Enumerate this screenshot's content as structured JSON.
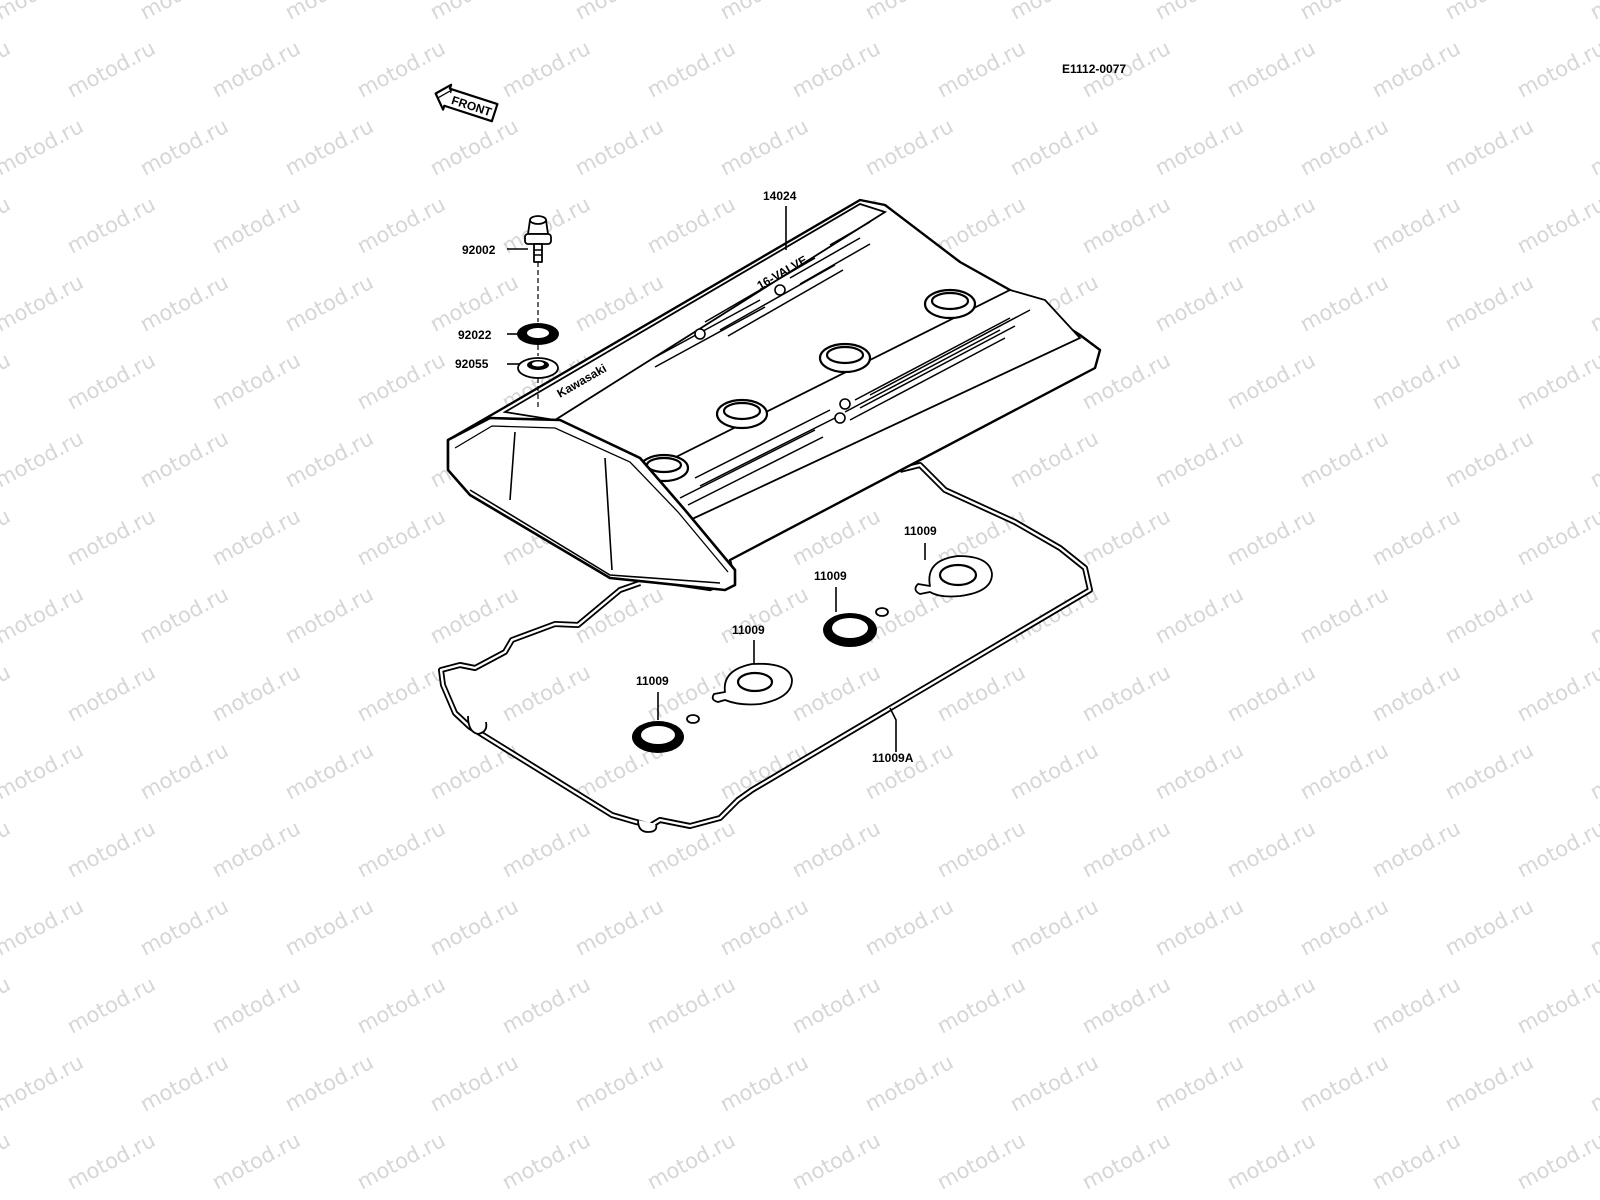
{
  "diagram": {
    "code": "E1112-0077",
    "front_label": "FRONT",
    "watermark": "motod.ru",
    "cover_text_1": "Kawasaki",
    "cover_text_2": "16-VALVE",
    "parts": [
      {
        "number": "14024"
      },
      {
        "number": "92002"
      },
      {
        "number": "92022"
      },
      {
        "number": "92055"
      },
      {
        "number": "11009"
      },
      {
        "number": "11009"
      },
      {
        "number": "11009"
      },
      {
        "number": "11009"
      },
      {
        "number": "11009A"
      }
    ]
  }
}
